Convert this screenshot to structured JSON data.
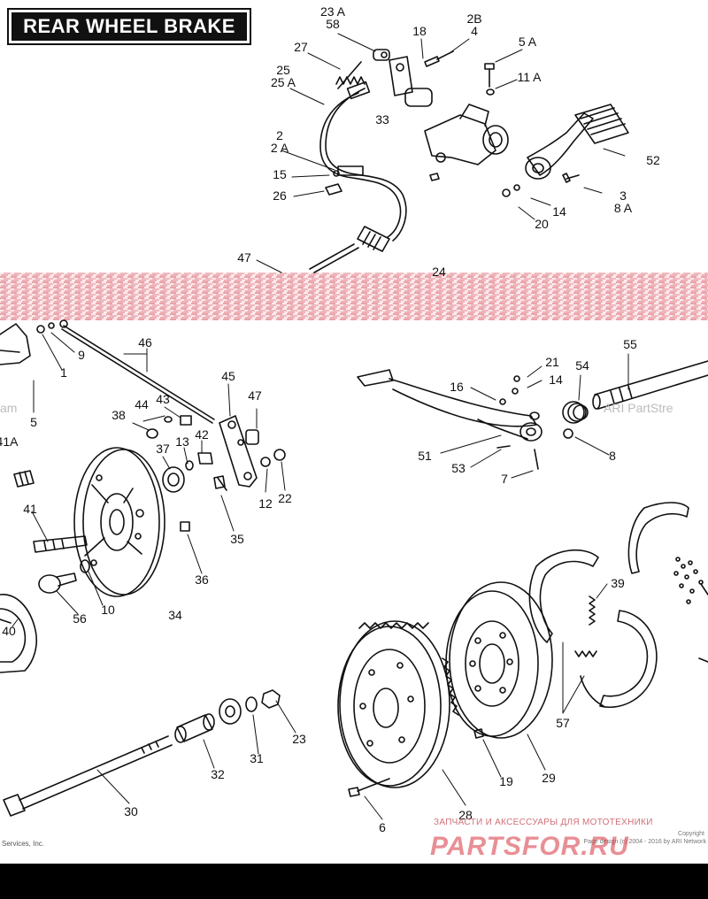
{
  "title": "REAR WHEEL BRAKE",
  "watermark": {
    "left_fragment": "am",
    "right_fragment": "ARI PartStre",
    "left_footer": "Services, Inc.",
    "copyright_line1": "Copyright",
    "copyright_line2": "Page design (c) 2004 - 2016 by ARI Network",
    "site_tagline": "ЗАПЧАСТИ И АКСЕССУАРЫ ДЛЯ МОТОТЕХНИКИ",
    "site_name": "PARTSFOR.RU"
  },
  "colors": {
    "ink": "#111111",
    "watermark_red": "#d7343f",
    "noise_red": "#d9606b"
  },
  "callouts": [
    {
      "id": "c-23a-58",
      "text": [
        "23 A",
        "58"
      ]
    },
    {
      "id": "c-18",
      "text": [
        "18"
      ]
    },
    {
      "id": "c-2b-4",
      "text": [
        "2B",
        "4"
      ]
    },
    {
      "id": "c-27",
      "text": [
        "27"
      ]
    },
    {
      "id": "c-5a",
      "text": [
        "5 A"
      ]
    },
    {
      "id": "c-25-25a",
      "text": [
        "25",
        "25 A"
      ]
    },
    {
      "id": "c-11a",
      "text": [
        "11 A"
      ]
    },
    {
      "id": "c-33",
      "text": [
        "33"
      ]
    },
    {
      "id": "c-2-2a",
      "text": [
        "2",
        "2 A"
      ]
    },
    {
      "id": "c-52",
      "text": [
        "52"
      ]
    },
    {
      "id": "c-15",
      "text": [
        "15"
      ]
    },
    {
      "id": "c-26",
      "text": [
        "26"
      ]
    },
    {
      "id": "c-3-8a",
      "text": [
        "3",
        "8 A"
      ]
    },
    {
      "id": "c-14-top",
      "text": [
        "14"
      ]
    },
    {
      "id": "c-20",
      "text": [
        "20"
      ]
    },
    {
      "id": "c-47-top",
      "text": [
        "47"
      ]
    },
    {
      "id": "c-24",
      "text": [
        "24"
      ]
    },
    {
      "id": "c-9",
      "text": [
        "9"
      ]
    },
    {
      "id": "c-1",
      "text": [
        "1"
      ]
    },
    {
      "id": "c-46",
      "text": [
        "46"
      ]
    },
    {
      "id": "c-55",
      "text": [
        "55"
      ]
    },
    {
      "id": "c-5",
      "text": [
        "5"
      ]
    },
    {
      "id": "c-21",
      "text": [
        "21"
      ]
    },
    {
      "id": "c-14-mid",
      "text": [
        "14"
      ]
    },
    {
      "id": "c-54",
      "text": [
        "54"
      ]
    },
    {
      "id": "c-16",
      "text": [
        "16"
      ]
    },
    {
      "id": "c-45",
      "text": [
        "45"
      ]
    },
    {
      "id": "c-43",
      "text": [
        "43"
      ]
    },
    {
      "id": "c-44",
      "text": [
        "44"
      ]
    },
    {
      "id": "c-47-mid",
      "text": [
        "47"
      ]
    },
    {
      "id": "c-38",
      "text": [
        "38"
      ]
    },
    {
      "id": "c-41a",
      "text": [
        "41A"
      ]
    },
    {
      "id": "c-13",
      "text": [
        "13"
      ]
    },
    {
      "id": "c-42",
      "text": [
        "42"
      ]
    },
    {
      "id": "c-37",
      "text": [
        "37"
      ]
    },
    {
      "id": "c-51",
      "text": [
        "51"
      ]
    },
    {
      "id": "c-8",
      "text": [
        "8"
      ]
    },
    {
      "id": "c-53",
      "text": [
        "53"
      ]
    },
    {
      "id": "c-7",
      "text": [
        "7"
      ]
    },
    {
      "id": "c-12",
      "text": [
        "12"
      ]
    },
    {
      "id": "c-22",
      "text": [
        "22"
      ]
    },
    {
      "id": "c-41",
      "text": [
        "41"
      ]
    },
    {
      "id": "c-35",
      "text": [
        "35"
      ]
    },
    {
      "id": "c-36",
      "text": [
        "36"
      ]
    },
    {
      "id": "c-39",
      "text": [
        "39"
      ]
    },
    {
      "id": "c-10",
      "text": [
        "10"
      ]
    },
    {
      "id": "c-56",
      "text": [
        "56"
      ]
    },
    {
      "id": "c-34",
      "text": [
        "34"
      ]
    },
    {
      "id": "c-40",
      "text": [
        "40"
      ]
    },
    {
      "id": "c-57",
      "text": [
        "57"
      ]
    },
    {
      "id": "c-23",
      "text": [
        "23"
      ]
    },
    {
      "id": "c-32",
      "text": [
        "32"
      ]
    },
    {
      "id": "c-31",
      "text": [
        "31"
      ]
    },
    {
      "id": "c-19",
      "text": [
        "19"
      ]
    },
    {
      "id": "c-29",
      "text": [
        "29"
      ]
    },
    {
      "id": "c-30",
      "text": [
        "30"
      ]
    },
    {
      "id": "c-28",
      "text": [
        "28"
      ]
    },
    {
      "id": "c-6",
      "text": [
        "6"
      ]
    }
  ]
}
